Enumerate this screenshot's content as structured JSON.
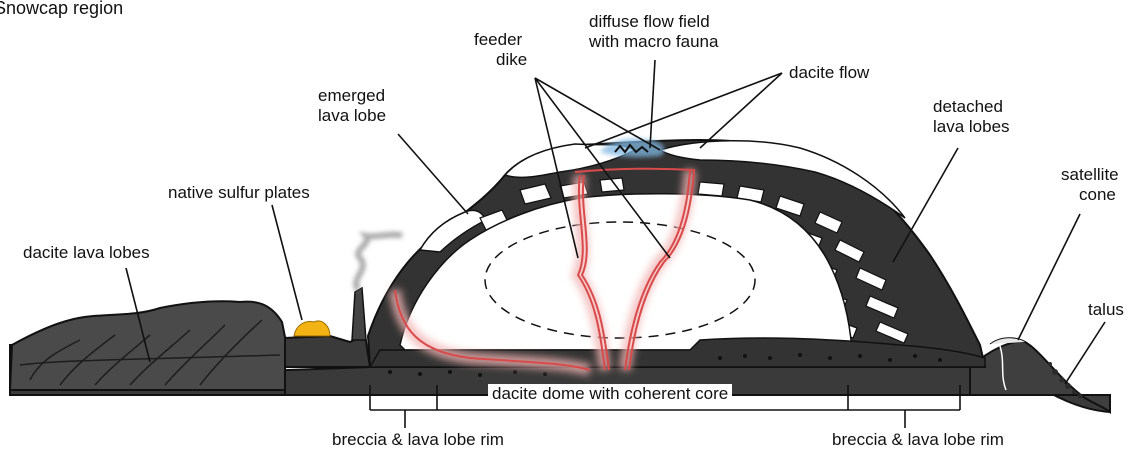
{
  "title": "Snowcap region",
  "labels": {
    "dacite_lava_lobes": "dacite lava lobes",
    "native_sulfur_plates": "native sulfur plates",
    "emerged_lava_lobe": [
      "emerged",
      "lava lobe"
    ],
    "feeder_dike": [
      "feeder",
      "dike"
    ],
    "diffuse_flow_field": [
      "diffuse flow field",
      "with macro fauna"
    ],
    "dacite_flow": "dacite flow",
    "detached_lava_lobes": [
      "detached",
      "lava lobes"
    ],
    "satellite_cone": [
      "satellite",
      "cone"
    ],
    "talus": "talus",
    "dome_core": "dacite dome with coherent core",
    "breccia_left": "breccia & lava lobe rim",
    "breccia_right": "breccia & lava lobe rim"
  },
  "colors": {
    "rock": "#3a3a3a",
    "rock_dark": "#1f1f1f",
    "outline": "#111111",
    "dike_red": "#d94a4a",
    "dike_glow": "#f2b3b3",
    "sulfur": "#f4b315",
    "fauna_blue": "#7fb6e0",
    "smoke": "#8a8a8a",
    "white": "#ffffff"
  }
}
